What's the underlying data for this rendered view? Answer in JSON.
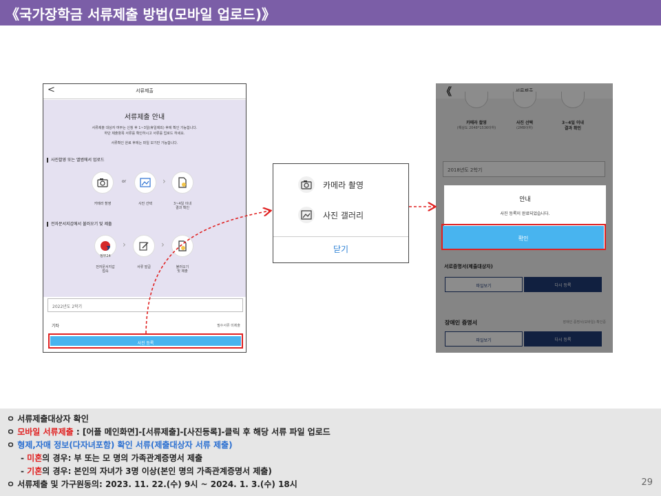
{
  "header": {
    "title": "《국가장학금 서류제출 방법(모바일 업로드)》"
  },
  "phone1": {
    "nav_back": "<",
    "nav_title": "서류제출",
    "guide_title": "서류제출 안내",
    "desc_1": "서류제출 대상자 여부는 신청 후 1~3일(휴일제외) 후에 확인 가능합니다.",
    "desc_2": "하단 제출항목 서류를 확인하시고 서류를 업로드 하세요.",
    "desc_3": "서류확인 완료 후에는 파일 보기만 가능합니다.",
    "section_photo": "사진촬영 또는 앨범에서 업로드",
    "or_text": "or",
    "step_camera": "카메라 촬영",
    "step_select": "사진 선택",
    "step_result": "3~4일 이내",
    "step_result_2": "결과 확인",
    "section_wallet": "전자문서지갑에서 불러오기 및 제출",
    "gov24_label": "정부24",
    "step_wallet": "전자문서지갑",
    "step_wallet_2": "접속",
    "step_issue": "서류 발급",
    "step_load": "불러오기",
    "step_load_2": "및 제출",
    "semester_field": "2022년도 2학기",
    "other_label": "기타",
    "required_label": "필수서류 미제출",
    "register_button": "사진 등록"
  },
  "popup": {
    "camera_label": "카메라 촬영",
    "gallery_label": "사진 갤러리",
    "close_label": "닫기"
  },
  "phone2": {
    "nav_back": "《",
    "nav_title": "서류제출",
    "camera_title": "카메라 촬영",
    "camera_sub": "(해상도 2048*1536이하)",
    "select_title": "사진 선택",
    "select_sub": "(2MB이하)",
    "result_title": "3~4일 이내",
    "result_title_2": "결과 확인",
    "semester_field": "2018년도 2학기",
    "section_partial": "서로증명서(제출대상자)",
    "view_file": "파일보기",
    "re_register": "다시 등록",
    "disabled_heading": "장애인 증명서",
    "disabled_sub": "장애인 증명서(모바일)-확인중",
    "dialog_title": "안내",
    "dialog_message": "사진 등록이 완료되었습니다.",
    "dialog_ok": "확인"
  },
  "notes": {
    "line1": "ㅇ 서류제출대상자 확인",
    "line2_prefix": "ㅇ ",
    "line2_red": "모바일 서류제출",
    "line2_rest": " : [어플 메인화면]-[서류제출]-[사진등록]-클릭 후 해당 서류 파일 업로드",
    "line3_prefix": "ㅇ ",
    "line3_blue": "형제,자매 정보(다자녀포함) 확인 서류(제출대상자 서류 제출)",
    "line4_prefix": "- ",
    "line4_red": "미혼",
    "line4_rest": "의 경우: 부 또는 모 명의 가족관계증명서 제출",
    "line5_prefix": "- ",
    "line5_red": "기혼",
    "line5_rest": "의 경우: 본인의 자녀가 3명 이상(본인 명의 가족관계증명서 제출)",
    "line6": "ㅇ 서류제출 및 가구원동의: 2023. 11. 22.(수) 9시 ~ 2024. 1. 3.(수) 18시",
    "page_number": "29"
  },
  "colors": {
    "header_bg": "#7b5ea7",
    "highlight_red": "#e02020",
    "button_blue": "#48b4ef",
    "navy": "#1f3b75",
    "lavender": "#e5e1f1"
  }
}
